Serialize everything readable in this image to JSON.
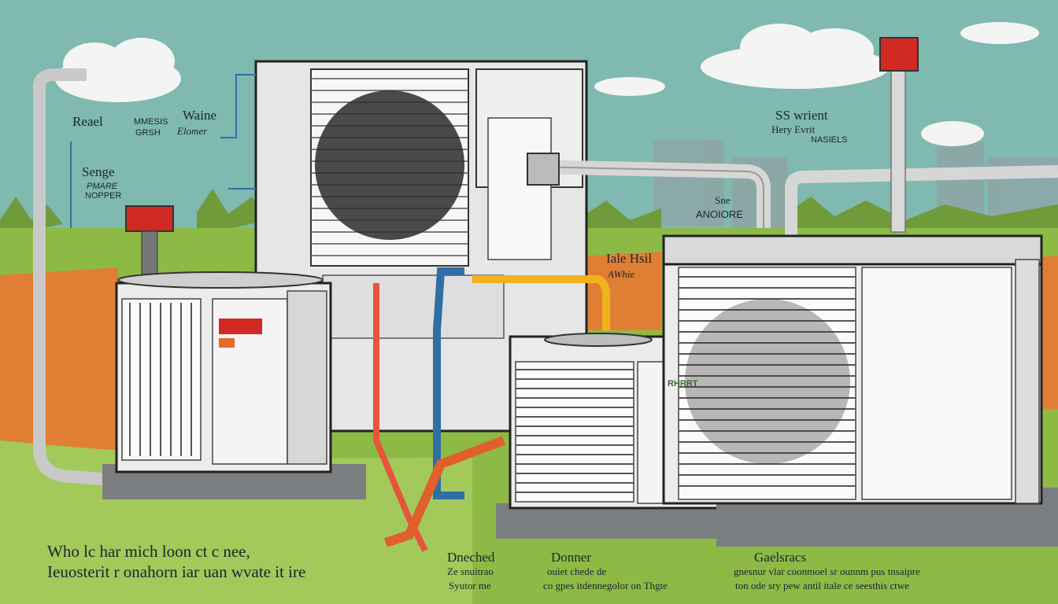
{
  "labels": {
    "top_left_title": "Reael",
    "top_left_small_a": "MMESIS",
    "top_left_small_b": "GRSH",
    "top_left_side": "Waine",
    "top_left_side2": "Elomer",
    "mid_left_a": "Senge",
    "mid_left_b": "PMARE",
    "mid_left_c": "NOPPER",
    "top_right_a": "SS wrient",
    "top_right_b": "Hery Evrit",
    "top_right_c": "NASIELS",
    "center_a": "Sne",
    "center_b": "ANOIORE",
    "center_c": "Iale Hsil",
    "center_d": "AWhie",
    "unit_small_badge": "RHRRT",
    "bottom_left_1": "Who lc har mich loon ct c nee,",
    "bottom_left_2": "Ieuosterit r onahorn iar uan wvate it ire",
    "bottom_mid_1": "Dneched",
    "bottom_mid_2": "Ze snuitrao",
    "bottom_mid_3": "Syutor me",
    "bottom_mid2_1": "Donner",
    "bottom_mid2_2": "ouiet chede de",
    "bottom_mid2_3": "co gpes itdennegolor on Thgte",
    "bottom_right_1": "Gaelsracs",
    "bottom_right_2": "gnesnur vlar coonmoel sr ounnm pus tnsaipre",
    "bottom_right_3": "ton ode sry pew antil itale ce seesthis ctwe"
  },
  "colors": {
    "sky": "#7fb9b0",
    "grass": "#8dba45",
    "orange_band": "#e07f33",
    "unit_body": "#ececec",
    "unit_shadow": "#9a9fa3",
    "pipe_red": "#e8543a",
    "pipe_blue": "#2f6fa3",
    "pipe_yellow": "#f2b21c",
    "cap_red": "#d12a22"
  }
}
